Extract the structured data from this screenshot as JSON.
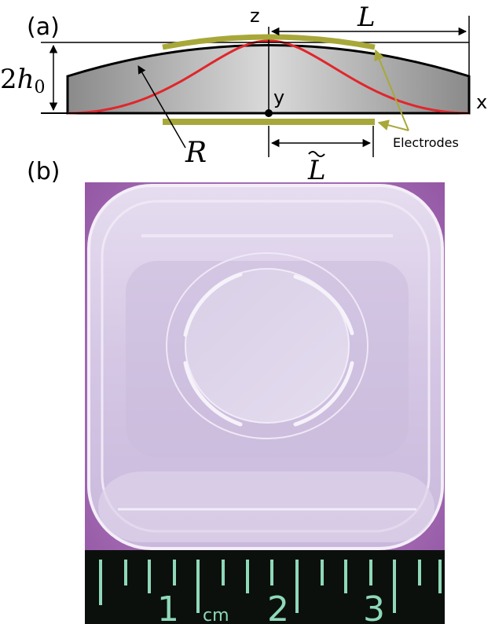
{
  "panel_a": {
    "label": "(a)",
    "z_axis": "z",
    "x_axis": "x",
    "y_axis": "y",
    "length_L": "L",
    "height_coeff": "2",
    "height_symbol": "h",
    "height_subscript": "0",
    "radius": "R",
    "electrode_length": "L",
    "electrodes_label": "Electrodes",
    "colors": {
      "electrode": "#a8a83a",
      "profile_curve": "#e0262b",
      "fluid_dark": "#8e8e8e",
      "fluid_light": "#d8d8d8"
    }
  },
  "panel_b": {
    "label": "(b)",
    "ruler": {
      "numbers": [
        "1",
        "2",
        "3"
      ],
      "unit": "cm",
      "colors": {
        "marks": "#8fd8b8",
        "background": "#0b100d"
      }
    },
    "photo_colors": {
      "background": "#9a5aa8",
      "dish": "#d9cde8"
    }
  }
}
